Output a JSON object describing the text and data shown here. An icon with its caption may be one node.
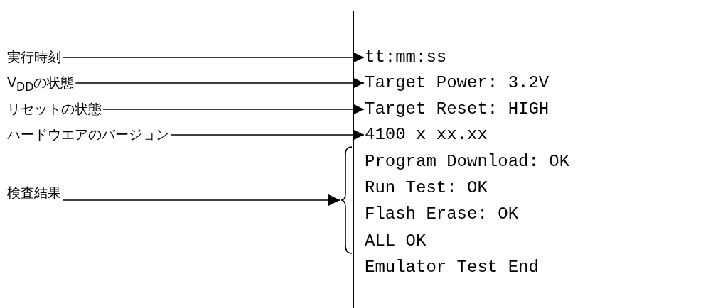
{
  "diagram": {
    "nodes": [
      {
        "text": [],
        "shape": "box"
      },
      {
        "text": [
          "tt:mm:ss"
        ],
        "in": 0
      },
      {
        "text": [
          "Target Power: 3.2V"
        ],
        "in": 0
      },
      {
        "text": [
          "Target Reset: HIGH"
        ],
        "in": 0
      },
      {
        "text": [
          "4100 x xx.xx"
        ],
        "in": 0
      },
      {
        "text": [],
        "shape": "brace"
      },
      {
        "text": [
          "実行時刻"
        ]
      },
      {
        "text": [
          "V$_{DD}$の状態"
        ]
      },
      {
        "text": [
          "リセットの状態"
        ]
      },
      {
        "text": [
          "ハードウエアのバージョン"
        ]
      },
      {
        "text": [
          "検査結果"
        ]
      }
    ],
    "edges": [
      {
        "from": 6,
        "to": 1,
        "arrow": "to"
      },
      {
        "from": 7,
        "to": 2,
        "arrow": "to"
      },
      {
        "from": 8,
        "to": 3,
        "arrow": "to"
      },
      {
        "from": 9,
        "to": 4,
        "arrow": "to"
      },
      {
        "from": 10,
        "to": 5,
        "arrow": "to"
      }
    ],
    "labels": [
      "Program Download: OK",
      "Run Test: OK",
      "Flash Erase: OK",
      "ALL OK",
      "Emulator Test End"
    ]
  }
}
